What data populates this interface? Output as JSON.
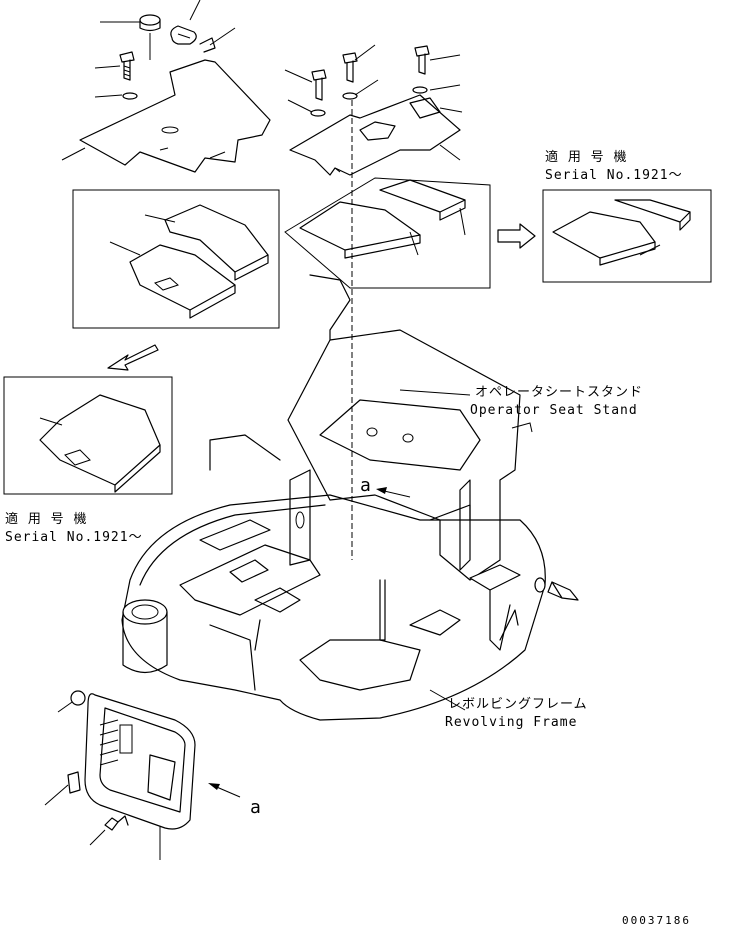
{
  "labels": {
    "serial_top_jp": "適 用 号 機",
    "serial_top_en": "Serial No.1921～",
    "serial_left_jp": "適 用 号 機",
    "serial_left_en": "Serial No.1921～",
    "seat_stand_jp": "オペレータシートスタンド",
    "seat_stand_en": "Operator Seat Stand",
    "frame_jp": "レボルビングフレーム",
    "frame_en": "Revolving Frame",
    "view_a_mark": "a",
    "view_a_arrow_label": "a",
    "doc_number": "00037186"
  }
}
